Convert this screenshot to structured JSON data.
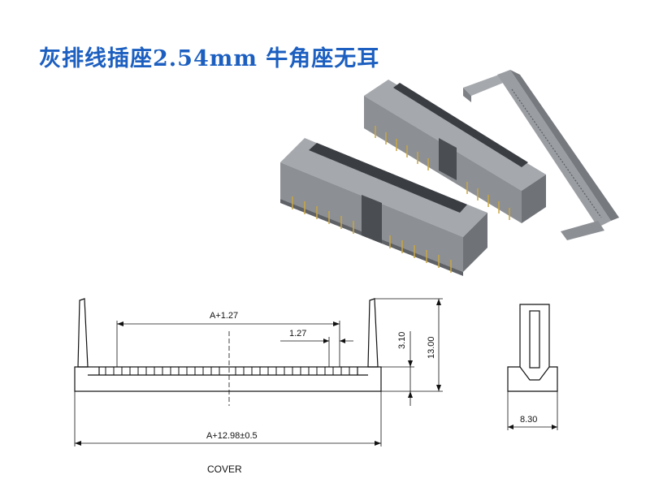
{
  "title": "灰排线插座2.54mm 牛角座无耳",
  "drawing": {
    "dim_a_plus": "A+1.27",
    "dim_pitch": "1.27",
    "dim_height_small": "3.10",
    "dim_height_total": "13.00",
    "dim_overall": "A+12.98±0.5",
    "dim_width": "8.30",
    "cover_label": "COVER"
  },
  "colors": {
    "title": "#1c5fc0",
    "connector_body": "#8e9196",
    "line": "#111111"
  }
}
